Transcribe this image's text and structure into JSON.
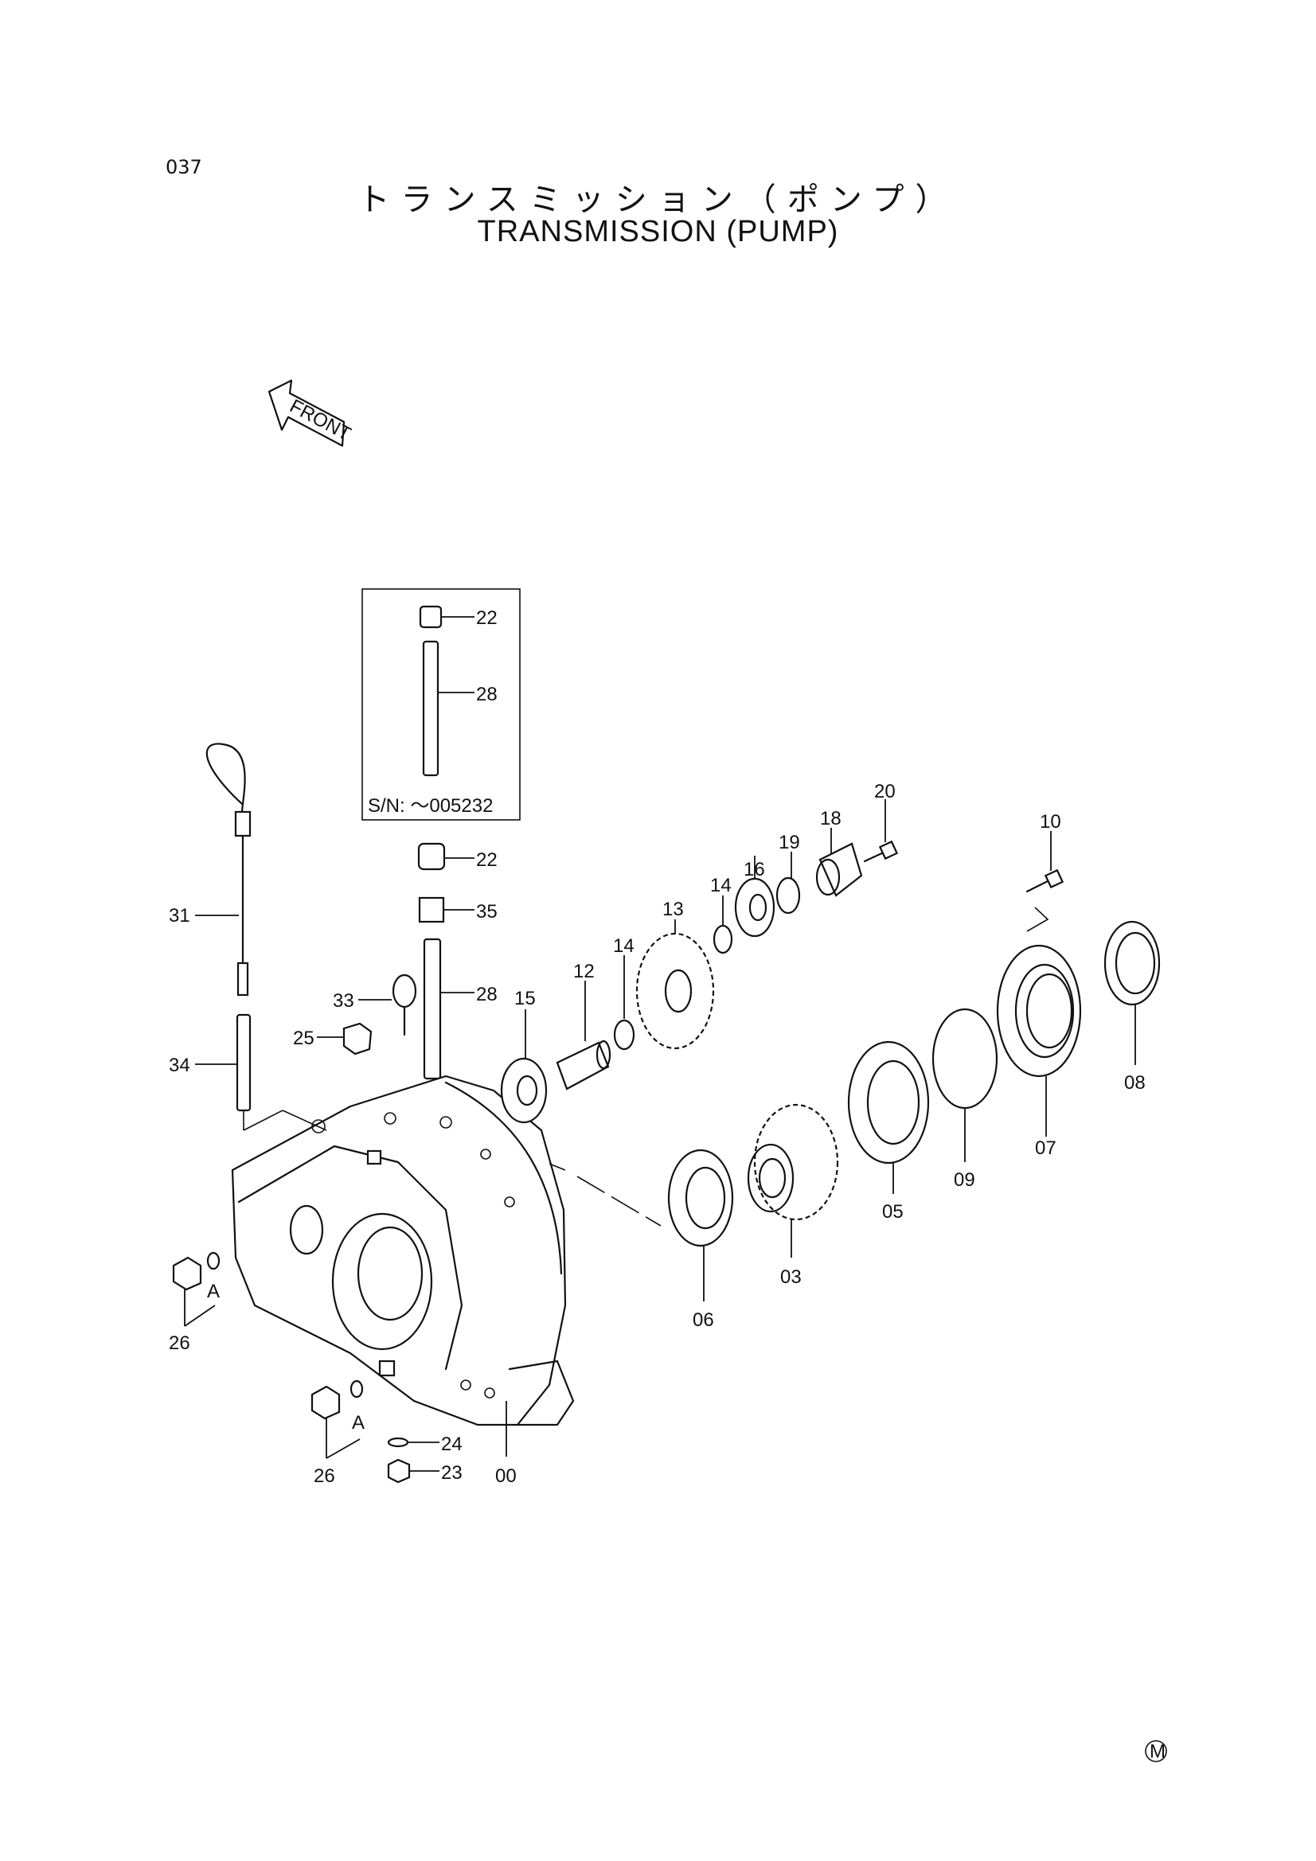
{
  "page_number": "037",
  "title_jp": "トランスミッション（ポンプ）",
  "title_en": "TRANSMISSION (PUMP)",
  "front_arrow_label": "FRONT",
  "inset_serial": "S/N: ～005232",
  "section_mark": "A",
  "footer_mark": "M",
  "parts": {
    "p00": "00",
    "p03": "03",
    "p05": "05",
    "p06": "06",
    "p07": "07",
    "p08": "08",
    "p09": "09",
    "p10": "10",
    "p12": "12",
    "p13": "13",
    "p14a": "14",
    "p14b": "14",
    "p15": "15",
    "p16": "16",
    "p18": "18",
    "p19": "19",
    "p20": "20",
    "p22a": "22",
    "p22b": "22",
    "p23": "23",
    "p24": "24",
    "p25": "25",
    "p26a": "26",
    "p26b": "26",
    "p28a": "28",
    "p28b": "28",
    "p31": "31",
    "p33": "33",
    "p34": "34",
    "p35": "35"
  }
}
